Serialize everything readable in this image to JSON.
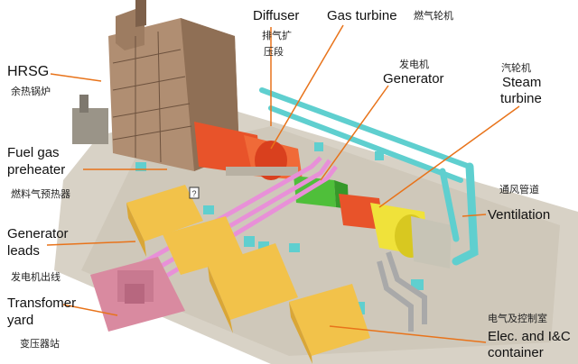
{
  "labels": {
    "hrsg": "HRSG",
    "hrsg_zh": "余热锅炉",
    "diffuser": "Diffuser",
    "diffuser_zh_1": "排气扩",
    "diffuser_zh_2": "压段",
    "gas_turbine": "Gas turbine",
    "gas_turbine_zh": "燃气轮机",
    "generator_zh": "发电机",
    "generator": "Generator",
    "steam_turbine_zh": "汽轮机",
    "steam_turbine_1": "Steam",
    "steam_turbine_2": "turbine",
    "fuel_gas_1": "Fuel gas",
    "fuel_gas_2": "preheater",
    "fuel_gas_zh": "燃料气预热器",
    "ventilation_zh": "通风管道",
    "ventilation": "Ventilation",
    "gen_leads_1": "Generator",
    "gen_leads_2": "leads",
    "gen_leads_zh": "发电机出线",
    "transformer_1": "Transfomer",
    "transformer_2": "yard",
    "transformer_zh": "变压器站",
    "elec_zh": "电气及控制室",
    "elec_1": "Elec. and I&C",
    "elec_2": "container",
    "callout_mark": "?"
  },
  "colors": {
    "leader": "#e8731a",
    "concrete": "#c9c2b4",
    "hrsg_body": "#b89a7e",
    "gas_turbine": "#e8532a",
    "generator": "#4fbf3a",
    "steam_turbine": "#f0e23a",
    "duct": "#5fcfcf",
    "leads": "#e890d8",
    "container": "#f2c24a",
    "transformer": "#d98aa0"
  }
}
